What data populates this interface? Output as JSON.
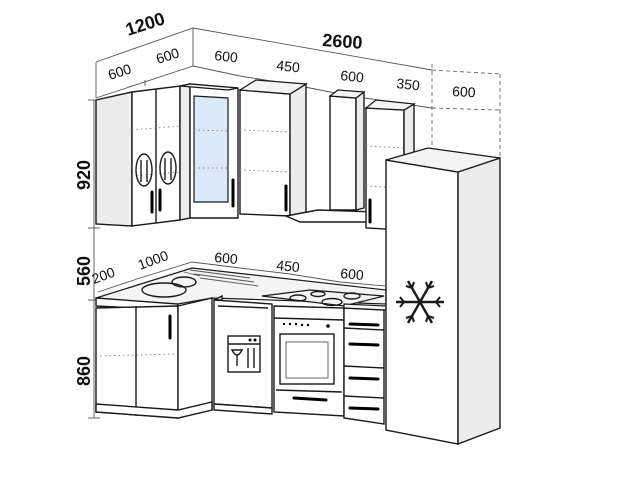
{
  "dimensions": {
    "overall_left": "1200",
    "overall_right": "2600",
    "upper_left_1": "600",
    "upper_left_2": "600",
    "upper_right_1": "600",
    "upper_right_2": "450",
    "upper_right_3": "600",
    "upper_right_4": "350",
    "fridge_depth": "600",
    "height_upper": "920",
    "height_gap": "560",
    "height_base": "860",
    "base_left_1": "200",
    "base_left_2": "1000",
    "base_right_1": "600",
    "base_right_2": "450",
    "base_right_3": "600"
  },
  "icons": {
    "cutlery": "cutlery-icon",
    "snowflake": "snowflake-icon",
    "dishwasher": "dishwasher-icon"
  },
  "colors": {
    "line": "#1a1a1a",
    "glass": "#dce9f8",
    "side": "#ececec"
  }
}
